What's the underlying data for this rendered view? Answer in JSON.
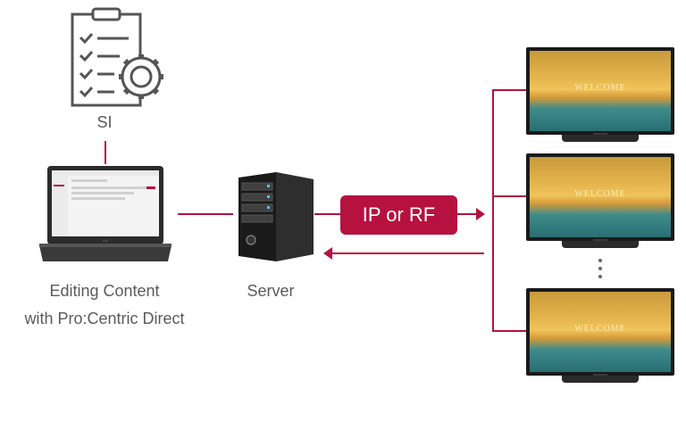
{
  "colors": {
    "accent": "#b5123f",
    "text": "#5a5a5a"
  },
  "si": {
    "label": "SI",
    "icon": "checklist-gear-icon"
  },
  "laptop": {
    "line1": "Editing Content",
    "line2": "with Pro:Centric Direct",
    "icon": "laptop-icon"
  },
  "server": {
    "label": "Server",
    "icon": "server-icon"
  },
  "connection": {
    "label": "IP or RF"
  },
  "tvs": [
    {
      "screen_text": "WELCOME"
    },
    {
      "screen_text": "WELCOME"
    },
    {
      "screen_text": "WELCOME"
    }
  ]
}
